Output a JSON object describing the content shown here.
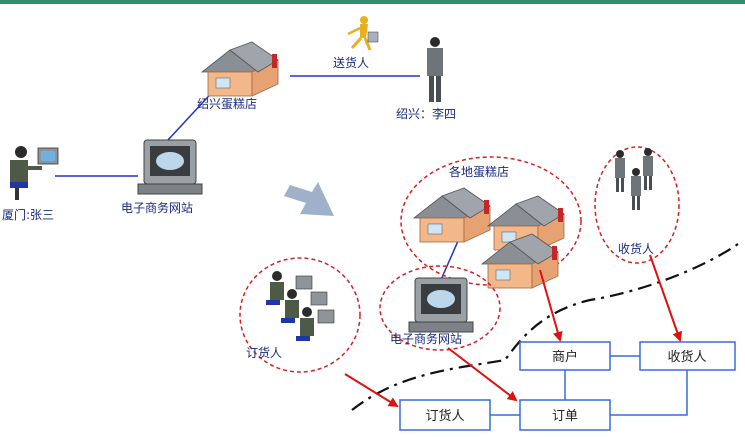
{
  "labels": {
    "shaoxing_shop": "绍兴蛋糕店",
    "courier": "送货人",
    "shaoxing_person": "绍兴：李四",
    "xiamen_person": "厦门:张三",
    "ecommerce_site_top": "电子商务网站",
    "local_shops": "各地蛋糕店",
    "receivers": "收货人",
    "orderers": "订货人",
    "ecommerce_site_bottom": "电子商务网站"
  },
  "boxes": {
    "merchant": "商户",
    "receiver": "收货人",
    "orderer": "订货人",
    "order": "订单"
  },
  "colors": {
    "top_bar": "#2f8f6f",
    "line_blue": "#2233cc",
    "arrow_red": "#e01010",
    "ellipse_red": "#d42020",
    "box_border": "#3a6ad8",
    "house_wall": "#f2b88a",
    "house_roof": "#8a8f96",
    "monitor_body": "#9aa0a4",
    "figure_suit": "#6f737a"
  }
}
